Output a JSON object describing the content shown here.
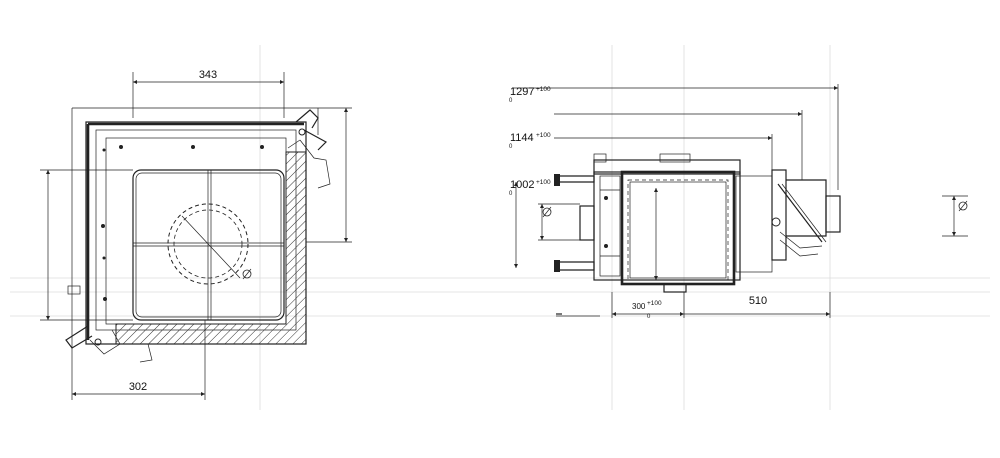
{
  "plan_view": {
    "dim_top": "343",
    "dim_bottom": "302",
    "phi_symbol": "∅"
  },
  "side_view": {
    "dim_1297": {
      "value": "1297",
      "tol_upper": "+100",
      "tol_lower": "0"
    },
    "dim_1144": {
      "value": "1144",
      "tol_upper": "+100",
      "tol_lower": "0"
    },
    "dim_1002": {
      "value": "1002",
      "tol_upper": "+100",
      "tol_lower": "0"
    },
    "dim_300": {
      "value": "300",
      "tol_upper": "+100",
      "tol_lower": "0"
    },
    "dim_510": "510",
    "phi_symbol_left": "∅",
    "phi_symbol_right": "∅"
  }
}
